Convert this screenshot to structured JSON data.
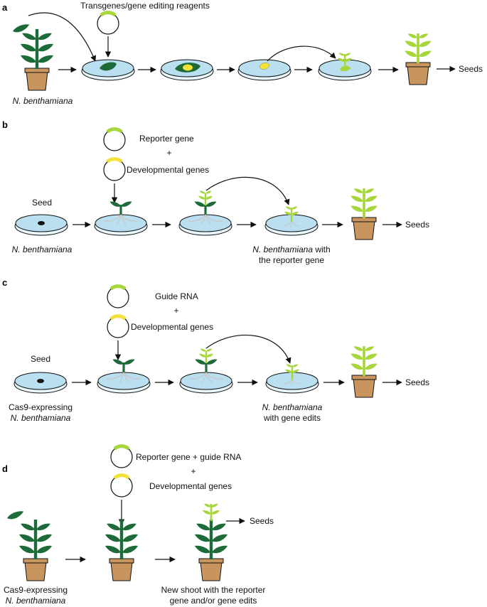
{
  "colors": {
    "dark_green": "#1e6b3a",
    "light_green": "#a6d63c",
    "yellow": "#f3e23a",
    "dish_fill": "#b9dff0",
    "dish_rim": "#e8f5fb",
    "pot": "#c8955f",
    "root": "#c9c9c9"
  },
  "panel_a": {
    "letter": "a",
    "reagents": "Transgenes/gene editing reagents",
    "plant_label": "N. benthamiana",
    "seeds": "Seeds"
  },
  "panel_b": {
    "letter": "b",
    "plasmid1": "Reporter gene",
    "plus": "+",
    "plasmid2": "Developmental genes",
    "seed": "Seed",
    "start_label": "N. benthamiana",
    "result_italic": "N. benthamiana",
    "result_rest": " with",
    "result_line2": "the reporter gene",
    "seeds": "Seeds"
  },
  "panel_c": {
    "letter": "c",
    "plasmid1": "Guide RNA",
    "plus": "+",
    "plasmid2": "Developmental genes",
    "seed": "Seed",
    "start_line1": "Cas9-expressing",
    "start_line2": "N. benthamiana",
    "result_line1": "N. benthamiana",
    "result_line2": "with gene edits",
    "seeds": "Seeds"
  },
  "panel_d": {
    "letter": "d",
    "plasmid1": "Reporter gene + guide RNA",
    "plus": "+",
    "plasmid2": "Developmental genes",
    "start_line1": "Cas9-expressing",
    "start_line2": "N. benthamiana",
    "result_line1": "New shoot with the reporter",
    "result_line2": "gene and/or gene edits",
    "seeds": "Seeds"
  }
}
